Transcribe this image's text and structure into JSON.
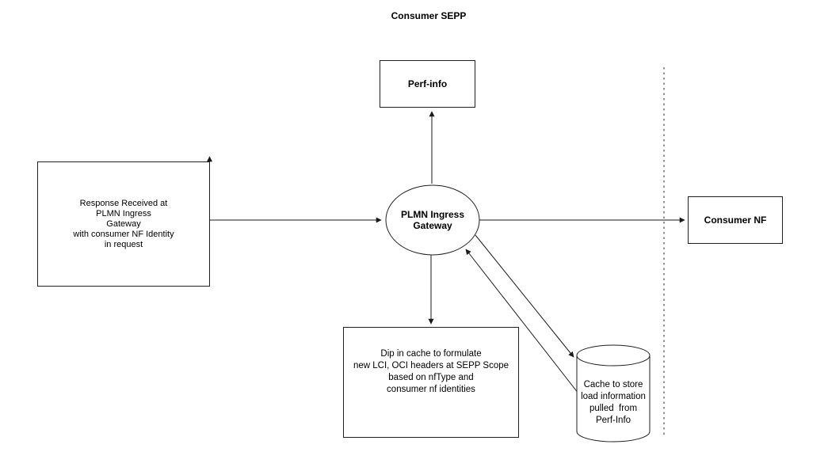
{
  "diagram": {
    "title": "Consumer SEPP",
    "nodes": {
      "perf_info": {
        "shape": "rectangle",
        "label": "Perf-info"
      },
      "response_received": {
        "shape": "rectangle",
        "label": "Response Received at\nPLMN Ingress\nGateway\nwith consumer NF Identity\nin request"
      },
      "plmn_ingress_gateway": {
        "shape": "ellipse",
        "label": "PLMN Ingress\nGateway"
      },
      "consumer_nf": {
        "shape": "rectangle",
        "label": "Consumer NF"
      },
      "dip_in_cache": {
        "shape": "rectangle",
        "label": "Dip in cache to formulate\nnew LCI, OCI headers at SEPP Scope\nbased on nfType and\nconsumer nf identities"
      },
      "cache_store": {
        "shape": "cylinder",
        "label": "Cache to store\nload information\npulled  from\nPerf-Info"
      }
    },
    "edges": [
      {
        "from": "response_received",
        "to": "plmn_ingress_gateway",
        "style": "solid-arrow"
      },
      {
        "from": "response_received",
        "to": "up",
        "style": "short-arrow-stub-at-top-right-corner"
      },
      {
        "from": "plmn_ingress_gateway",
        "to": "perf_info",
        "style": "solid-arrow"
      },
      {
        "from": "plmn_ingress_gateway",
        "to": "consumer_nf",
        "style": "solid-arrow"
      },
      {
        "from": "plmn_ingress_gateway",
        "to": "dip_in_cache",
        "style": "solid-arrow"
      },
      {
        "from": "plmn_ingress_gateway",
        "to": "cache_store",
        "style": "solid-arrow"
      },
      {
        "from": "cache_store",
        "to": "plmn_ingress_gateway",
        "style": "solid-arrow"
      }
    ],
    "boundary": {
      "type": "dashed-vertical-line",
      "meaning": "SEPP boundary"
    },
    "colors": {
      "background": "#ffffff",
      "line": "#1a1a1a",
      "dashed_line": "#4d4d4d",
      "text": "#000000"
    }
  }
}
